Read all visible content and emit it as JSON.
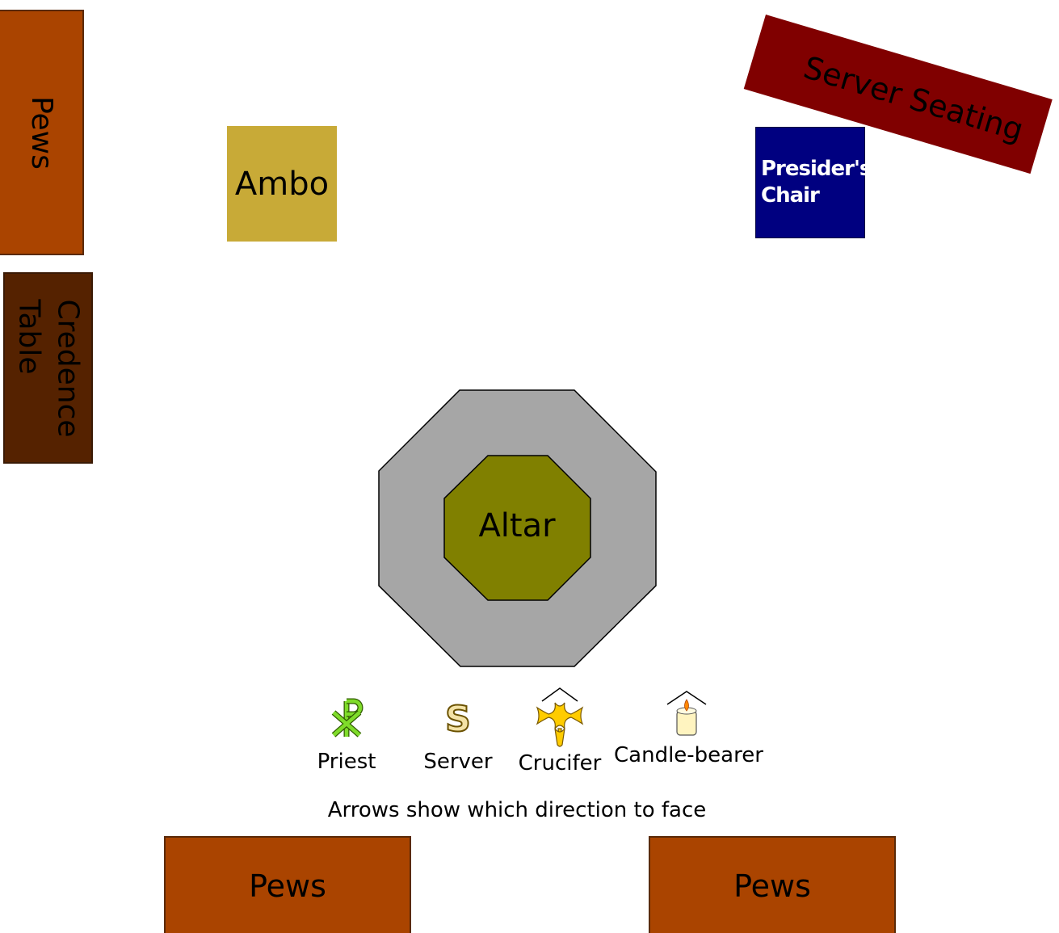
{
  "colors": {
    "pews": "#aa4400",
    "credence_table": "#552200",
    "ambo": "#c8aa37",
    "presider_chair": "#000080",
    "server_seating": "#800000",
    "altar_step": "#a6a6a6",
    "altar": "#808000",
    "priest_icon": "#7fdc2a",
    "server_icon": "#f4e3a6",
    "crucifer_icon": "#ffcc00",
    "candle_icon": "#fff4c0",
    "flame": "#ff8800"
  },
  "furniture": {
    "pews_left": "Pews",
    "credence_line1": "Credence",
    "credence_line2": "Table",
    "ambo": "Ambo",
    "presider_line1": "Presider's",
    "presider_line2": "Chair",
    "server_seating": "Server Seating",
    "altar": "Altar",
    "pews_bottom_left": "Pews",
    "pews_bottom_right": "Pews"
  },
  "legend": {
    "items": [
      {
        "label": "Priest",
        "icon": "chi-rho-icon"
      },
      {
        "label": "Server",
        "icon": "server-s-icon"
      },
      {
        "label": "Crucifer",
        "icon": "cross-icon"
      },
      {
        "label": "Candle-bearer",
        "icon": "candle-icon"
      }
    ],
    "note": "Arrows show which direction to face"
  }
}
